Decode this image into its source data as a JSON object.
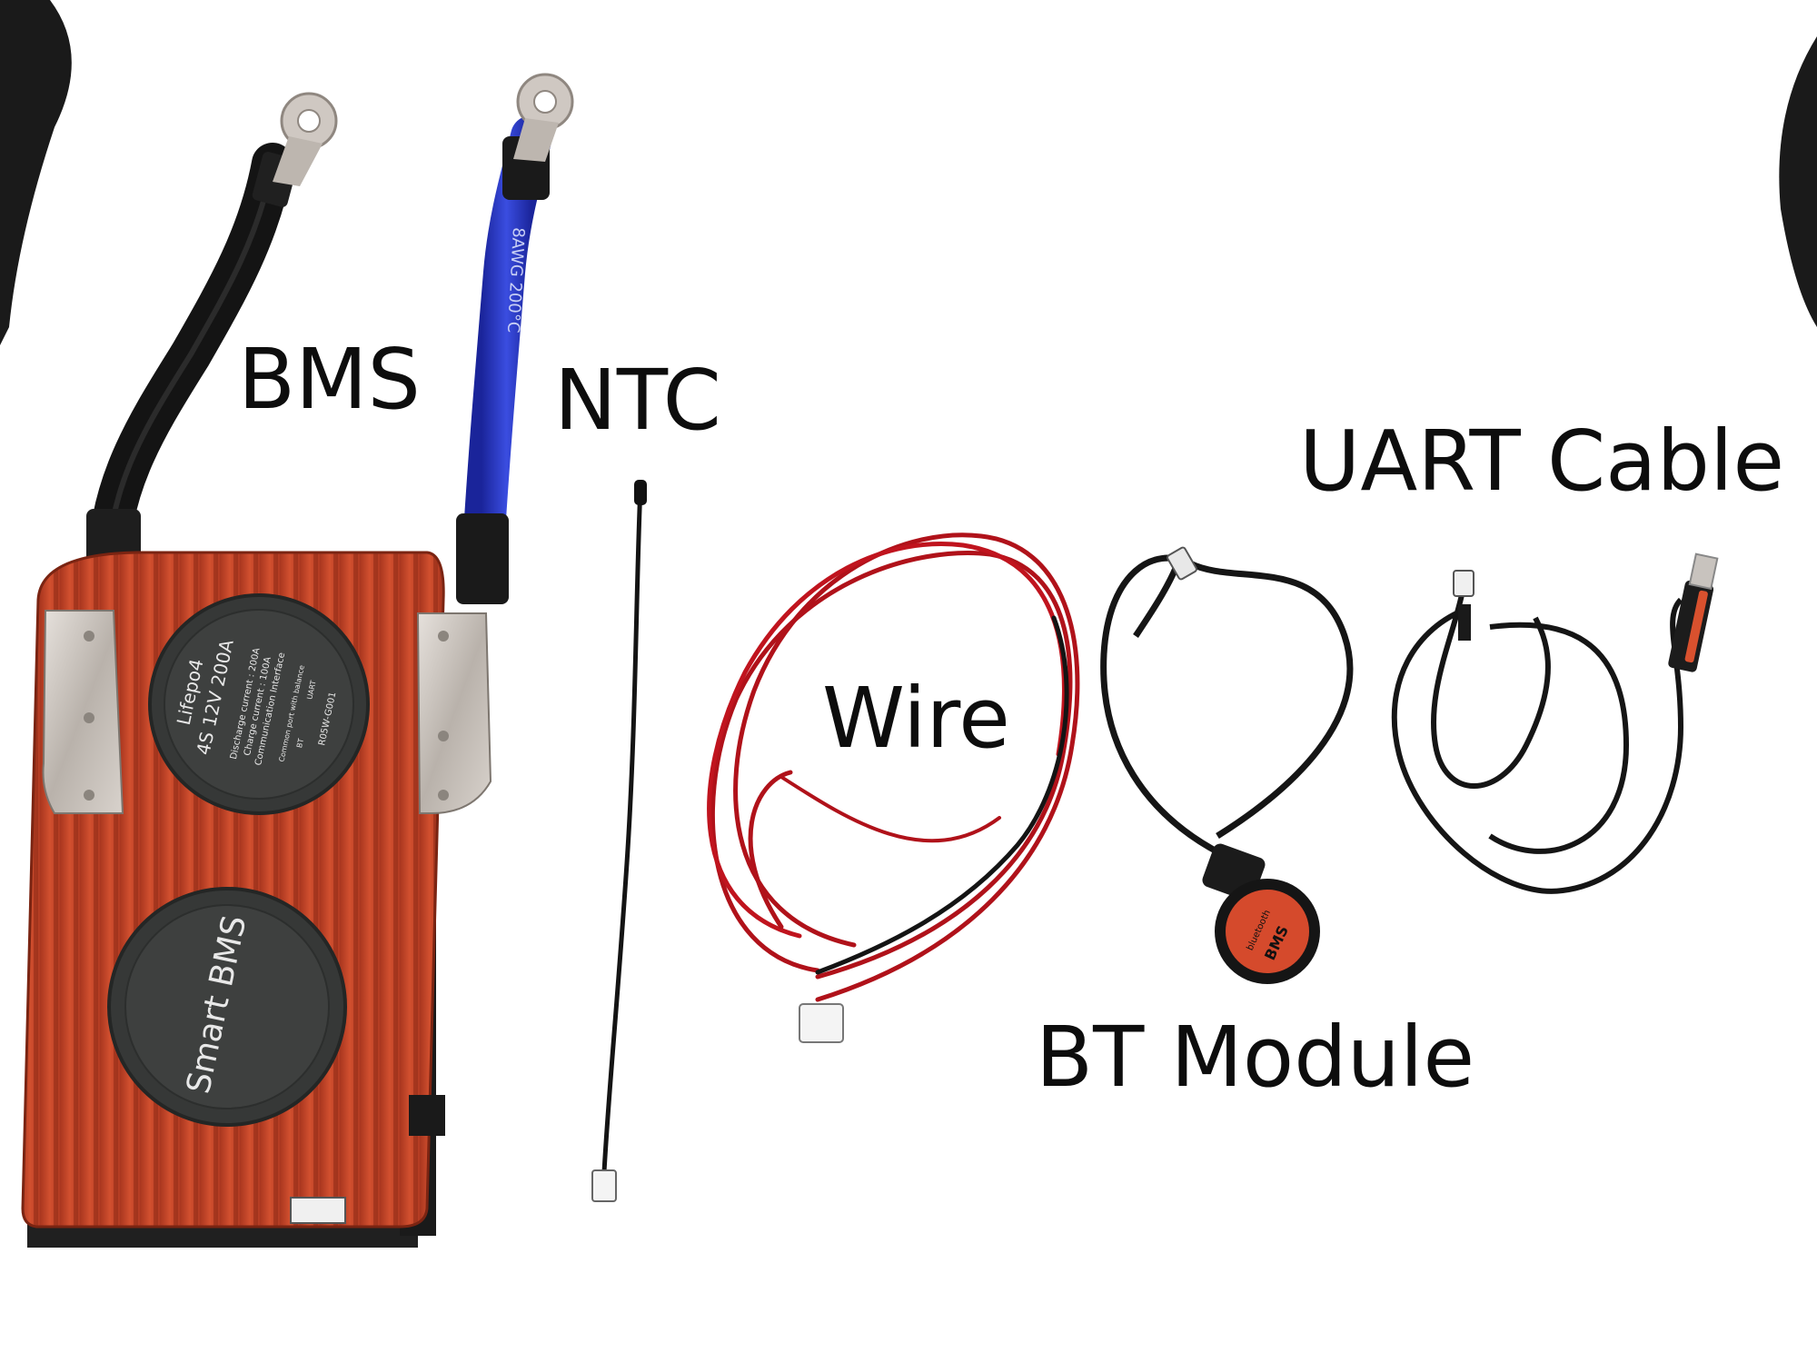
{
  "labels": {
    "bms": "BMS",
    "ntc": "NTC",
    "uart_cable": "UART Cable",
    "wire": "Wire",
    "bt_module": "BT Module"
  },
  "bms_board": {
    "fan_top_text": [
      "Lifepo4",
      "4S 12V 200A",
      "Discharge current : 200A",
      "Charge current : 100A",
      "Communication Interface",
      "Common port with balance",
      "BT",
      "UART",
      "R05W-G001"
    ],
    "fan_bottom_text": "Smart BMS",
    "cable_marking": "8AWG 200°C"
  },
  "bt_module": {
    "text": "BMS",
    "brand": "bluetooth"
  },
  "colors": {
    "background": "#ffffff",
    "board": "#c8452a",
    "fan": "#3a3c3b",
    "blue_cable": "#2436c8",
    "red_wire": "#b0121a",
    "black": "#111111"
  }
}
